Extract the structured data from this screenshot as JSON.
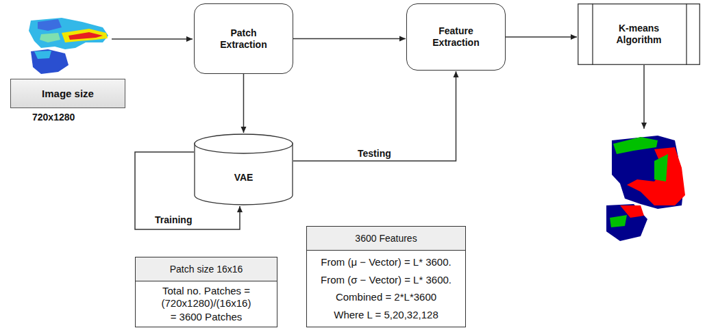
{
  "diagram": {
    "nodes": [
      {
        "text": [
          "Image size"
        ]
      },
      {
        "text": [
          "Patch Extraction"
        ]
      },
      {
        "text": [
          "Feature Extraction"
        ]
      },
      {
        "text": [
          "K-means Algorithm"
        ]
      },
      {
        "text": [
          "VAE"
        ]
      },
      {
        "text": [
          "Patch size 16x16",
          "Total no. Patches = (720x1280)/(16x16)",
          "= 3600 Patches"
        ]
      },
      {
        "text": [
          "3600 Features",
          "From (μ − Vector) = L* 3600.",
          "From (σ − Vector) = L* 3600.",
          "Combined = 2*L*3600",
          "Where L = 5,20,32,128"
        ]
      }
    ],
    "edges": [
      {
        "from": 1,
        "to": 2,
        "arrow": "to"
      },
      {
        "from": 2,
        "to": 3,
        "arrow": "to"
      },
      {
        "from": 1,
        "to": 4,
        "arrow": "to"
      },
      {
        "from": 4,
        "to": 4,
        "label": "Training",
        "arrow": "to"
      },
      {
        "from": 4,
        "to": 2,
        "label": "Testing",
        "arrow": "to"
      }
    ],
    "labels": [
      "720x1280"
    ]
  }
}
